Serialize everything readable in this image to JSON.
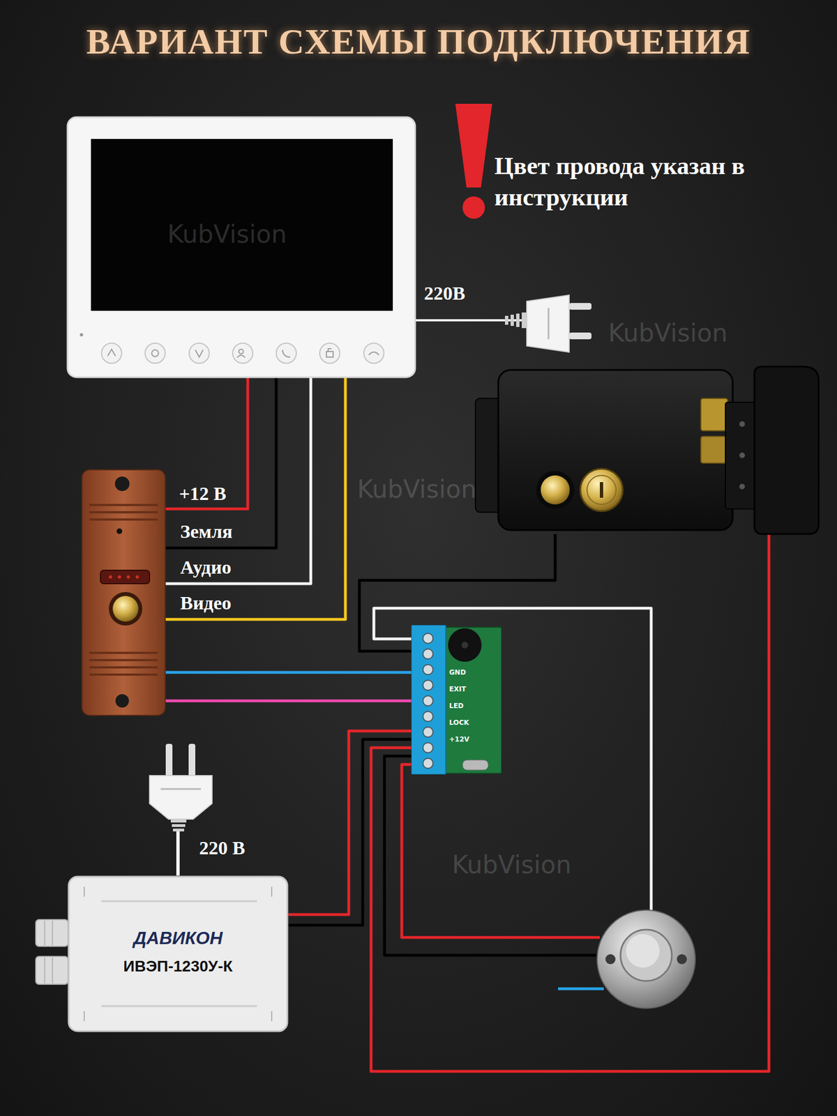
{
  "diagram": {
    "title": "ВАРИАНТ СХЕМЫ ПОДКЛЮЧЕНИЯ",
    "nodes": [
      {
        "text": [
          "GND",
          "EXIT",
          "LED",
          "LOCK",
          "+12V"
        ]
      },
      {
        "text": [
          "ДАВИКОН",
          "ИВЭП-1230У-К"
        ]
      }
    ],
    "edges": [
      {
        "from": 1,
        "to": 0,
        "arrow": "none"
      },
      {
        "from": 1,
        "to": 0,
        "arrow": "none"
      }
    ],
    "labels": [
      "Цвет провода указан в инструкции",
      "220В",
      "KubVision",
      "KubVision",
      "+12 В",
      "KubVision",
      "Земля",
      "Аудио",
      "Видео",
      "220 В",
      "KubVision"
    ]
  }
}
